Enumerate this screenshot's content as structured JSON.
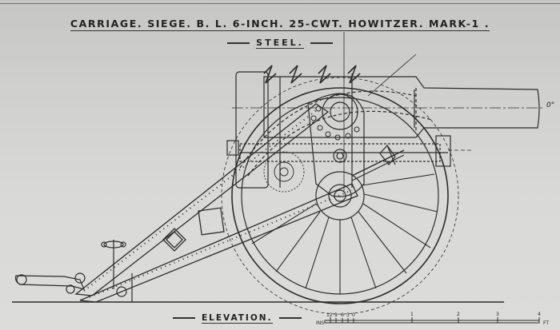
{
  "drawing": {
    "title": "CARRIAGE. SIEGE. B. L. 6-INCH. 25-CWT. HOWITZER. MARK-1 .",
    "subtitle": "STEEL.",
    "view_label": "ELEVATION.",
    "angle_label": "0°"
  },
  "scale_bar": {
    "unit_left": "INS",
    "unit_right": "FT",
    "inch_ticks": [
      "12",
      "9",
      "6",
      "3",
      "0"
    ],
    "foot_ticks": [
      "1",
      "2",
      "3",
      "4"
    ]
  },
  "colors": {
    "paper": "#d6d6d4",
    "ink": "#2a2a2a"
  }
}
